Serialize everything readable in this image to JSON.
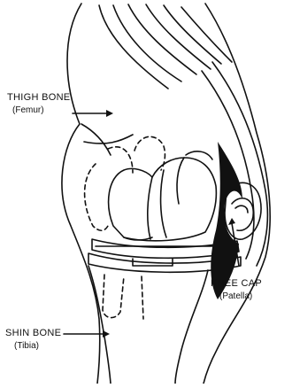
{
  "labels": {
    "thigh": {
      "name": "THIGH BONE",
      "sub": "(Femur)"
    },
    "knee": {
      "name": "KNEE CAP",
      "sub": "(Patella)"
    },
    "shin": {
      "name": "SHIN BONE",
      "sub": "(Tibia)"
    }
  },
  "colors": {
    "ink": "#111111",
    "paper": "#ffffff"
  }
}
